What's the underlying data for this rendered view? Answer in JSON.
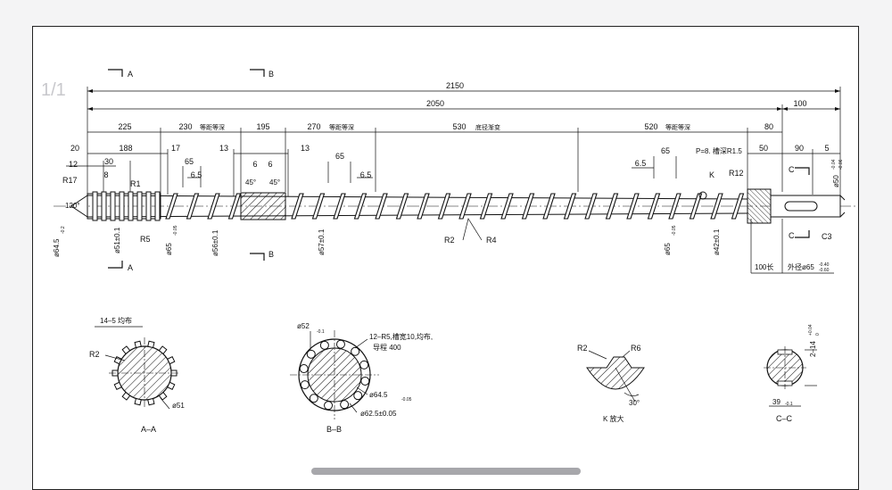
{
  "viewer": {
    "page_indicator": "1/1"
  },
  "drawing": {
    "section_markers": {
      "a_top": "A",
      "b_top": "B",
      "a_bottom": "A",
      "b_bottom": "B",
      "c_top": "C",
      "c_bottom": "C"
    },
    "overall_dims": {
      "total": "2150",
      "screw": "2050",
      "shank": "100"
    },
    "segment_dims": [
      {
        "value": "225",
        "note": ""
      },
      {
        "value": "230",
        "note": "等距等深"
      },
      {
        "value": "195",
        "note": ""
      },
      {
        "value": "270",
        "note": "等距等深"
      },
      {
        "value": "530",
        "note": "底径渐变"
      },
      {
        "value": "520",
        "note": "等距等深"
      },
      {
        "value": "80",
        "note": ""
      }
    ],
    "small_dims": {
      "d20": "20",
      "d188": "188",
      "d17": "17",
      "d13a": "13",
      "d6a": "6",
      "d6b": "6",
      "d13b": "13",
      "d50": "50",
      "d90": "90",
      "d5": "5",
      "d12": "12",
      "d30": "30",
      "d8": "8",
      "d65a": "65",
      "d6_5a": "6.5",
      "d65b": "65",
      "d6_5b": "6.5",
      "d6_5c": "6.5",
      "d65c": "65"
    },
    "labels": {
      "r17": "R17",
      "r1": "R1",
      "angle120": "120°",
      "r5": "R5",
      "angle45a": "45°",
      "angle45b": "45°",
      "r2": "R2",
      "r4": "R4",
      "pitch_note": "P=8. 槽深R1.5",
      "k": "K",
      "r12": "R12",
      "c3": "C3",
      "len100": "100长",
      "outer_dia": "外径ø65",
      "outer_tol_up": "-0.40",
      "outer_tol_dn": "-0.60"
    },
    "dia_dims": {
      "d64_5": "ø64.5",
      "d64_5_tol": "-0.2",
      "d51": "ø51±0.1",
      "d65a": "ø65",
      "d65a_tol": "-0.05",
      "d56": "ø56±0.1",
      "d57": "ø57±0.1",
      "d65b": "ø65",
      "d65b_tol": "-0.05",
      "d42": "ø42±0.1",
      "d50": "ø50",
      "d50_tol_up": "-0.04",
      "d50_tol_dn": "-0.06"
    },
    "sections": {
      "aa": {
        "title": "A–A",
        "spline": "14–5 均布",
        "r2": "R2",
        "dia": "ø51"
      },
      "bb": {
        "title": "B–B",
        "d52": "ø52",
        "d52_tol": "-0.1",
        "slots": "12–R5,槽宽10,均布,",
        "lead": "导程 400",
        "d64_5": "ø64.5",
        "d64_5_tol": "-0.05",
        "d62_5": "ø62.5±0.05"
      },
      "k": {
        "title": "K 放大",
        "r2": "R2",
        "r6": "R6",
        "angle": "30°"
      },
      "cc": {
        "title": "C–C",
        "key": "2–14",
        "key_tol_up": "+0.04",
        "key_tol_dn": "0",
        "d39": "39",
        "d39_tol": "-0.1"
      }
    }
  },
  "colors": {
    "ink": "#111111",
    "sheet": "#ffffff",
    "backdrop": "#f4f4f5",
    "scroll": "#a7a7ab"
  }
}
